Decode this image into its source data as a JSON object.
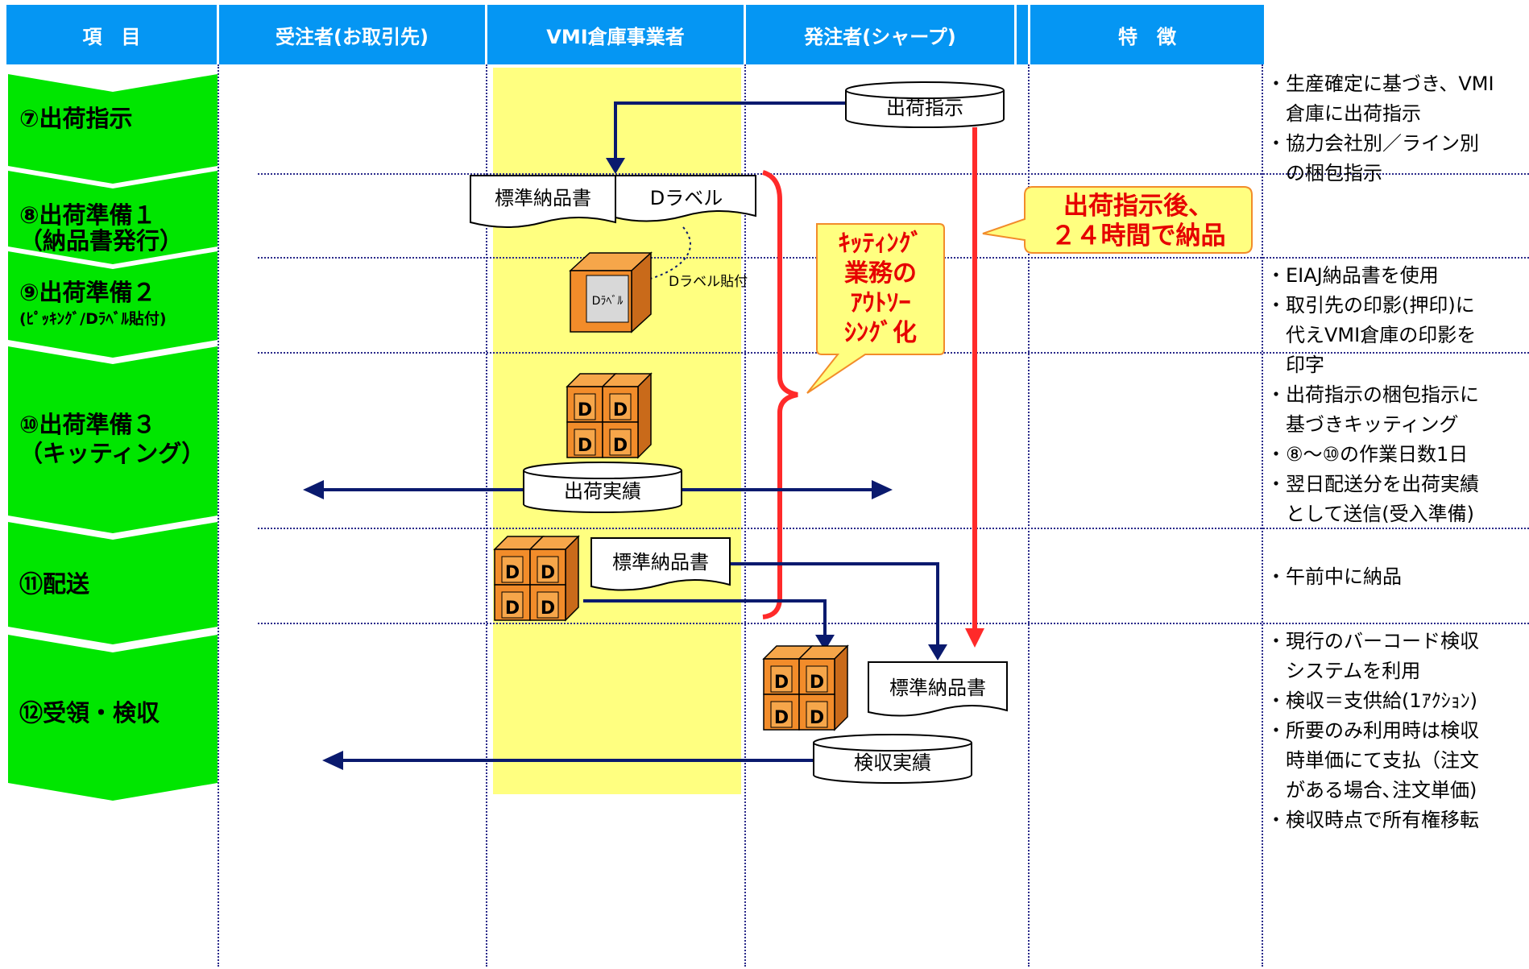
{
  "headers": {
    "item": "項　目",
    "receiver": "受注者(お取引先)",
    "vmi": "VMI倉庫事業者",
    "orderer": "発注者(シャープ)",
    "feature": "特　徴"
  },
  "stages": [
    {
      "label": "⑦出荷指示",
      "sub": ""
    },
    {
      "label": "⑧出荷準備１",
      "sub": "（納品書発行）"
    },
    {
      "label": "⑨出荷準備２",
      "sub": "(ﾋﾟｯｷﾝｸﾞ/Dﾗﾍﾞﾙ貼付)"
    },
    {
      "label": "⑩出荷準備３",
      "sub": "（キッティング）"
    },
    {
      "label": "⑪配送",
      "sub": ""
    },
    {
      "label": "⑫受領・検収",
      "sub": ""
    }
  ],
  "features": {
    "f7": [
      "・生産確定に基づき、VMI",
      "　倉庫に出荷指示",
      "・協力会社別／ライン別",
      "　の梱包指示"
    ],
    "f9": [
      "・EIAJ納品書を使用",
      "・取引先の印影(押印)に",
      "　代えVMI倉庫の印影を",
      "　印字",
      "・出荷指示の梱包指示に",
      "　基づきキッティング",
      "・⑧～⑩の作業日数1日",
      "・翌日配送分を出荷実績",
      "　として送信(受入準備)"
    ],
    "f11": [
      "・午前中に納品"
    ],
    "f12": [
      "・現行のバーコード検収",
      "　システムを利用",
      "・検収＝支供給(1ｱｸｼｮﾝ)",
      "・所要のみ利用時は検収",
      "　時単価にて支払（注文",
      "　がある場合､注文単価)",
      "・検収時点で所有権移転"
    ]
  },
  "diagram": {
    "ship_instruction": "出荷指示",
    "std_delivery_note": "標準納品書",
    "d_label": "Dラベル",
    "d_label_attach": "Dラベル貼付",
    "box_label": "Dﾗﾍﾞﾙ",
    "d_letter": "D",
    "ship_result": "出荷実績",
    "inspection_result": "検収実績"
  },
  "callouts": {
    "kitting": [
      "ｷｯﾃｨﾝｸﾞ",
      "業務の",
      "ｱｳﾄｿｰ",
      "ｼﾝｸﾞ化"
    ],
    "delivery": [
      "出荷指示後、",
      "２４時間で納品"
    ]
  },
  "colors": {
    "header_bg": "#0596f3",
    "stage_green": "#00e600",
    "vmi_highlight": "#ffff80",
    "accent_red": "#ff2a2a",
    "arrow_navy": "#0a1a6e",
    "box_orange": "#f28c2a"
  }
}
